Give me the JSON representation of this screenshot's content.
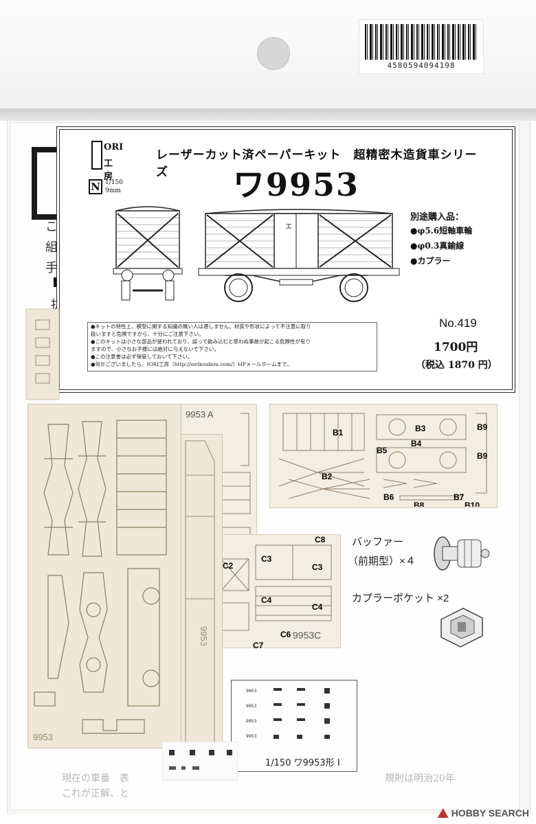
{
  "barcode": {
    "number": "4580594094198"
  },
  "label": {
    "maker_logo": "IORI工房",
    "scale_letter": "N",
    "scale_ratio": "1/150",
    "gauge": "9mm",
    "series": "レーザーカット済ペーパーキット　超精密木造貨車シリーズ",
    "model": "ワ9953",
    "parts_heading": "別途購入品：",
    "parts": [
      "●φ5.6短軸車輪",
      "●φ0.3真鍮線",
      "●カプラー"
    ],
    "notice": [
      "●キットの特性上、模型に関する知識の無い人は適しません。材質や形状によって不注意に取り",
      "扱いますと危険ですから、十分にご注意下さい。",
      "●このキットは小さな部品が使われており、誤って飲み込むと思わぬ事故が起こる危険性が有り",
      "ますので、小さなお子様には絶対に与えないで下さい。",
      "●この注意書は必ず保管しておいて下さい。",
      "●何かございましたら、IORI工房（http://iorikoubou.com/）HPメールホームまで。"
    ],
    "number": "No.419",
    "price": "1700円",
    "price_tax": "（税込 1870 円）"
  },
  "wagon": {
    "car_number": "ワ9953",
    "side_mark": "エ"
  },
  "sheets": {
    "a_label": "9953 A",
    "b_labels": [
      "B1",
      "B2",
      "B3",
      "B4",
      "B5",
      "B6",
      "B7",
      "B8",
      "B9",
      "B9",
      "B10"
    ],
    "c_labels": [
      "C8",
      "C3",
      "C3",
      "C2",
      "C4",
      "C4",
      "C6",
      "C7"
    ],
    "c_mark": "9953C",
    "small_print": "9953",
    "decal_caption": "1/150 ワ9953形 I"
  },
  "products": {
    "buffer_label": "バッファー",
    "buffer_sub": "（前期型）×４",
    "coupler_label": "カプラーポケット ×2"
  },
  "watermark": "HOBBY SEARCH",
  "colors": {
    "wood": "#efe8d8",
    "ink": "#111111",
    "part_label": "#2a2a55"
  }
}
